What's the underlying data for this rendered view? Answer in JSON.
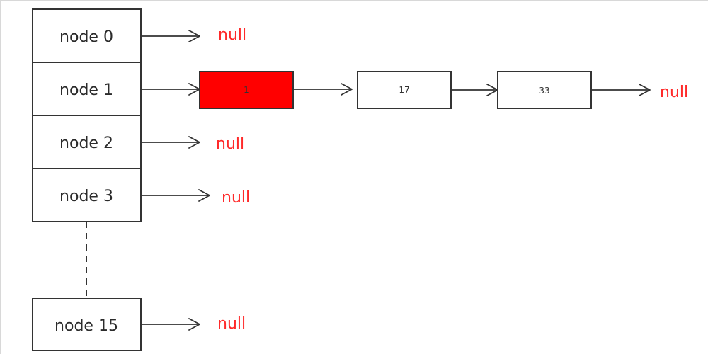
{
  "diagram": {
    "buckets": [
      {
        "label": "node 0"
      },
      {
        "label": "node 1"
      },
      {
        "label": "node 2"
      },
      {
        "label": "node 3"
      },
      {
        "label": "node 15"
      }
    ],
    "null_label": "null",
    "chain": [
      {
        "value": "1",
        "highlight": true
      },
      {
        "value": "17",
        "highlight": false
      },
      {
        "value": "33",
        "highlight": false
      }
    ],
    "colors": {
      "highlight_fill": "#ff0000",
      "null_text": "#ff2a2a",
      "line": "#333333",
      "box_fill": "#ffffff"
    }
  }
}
